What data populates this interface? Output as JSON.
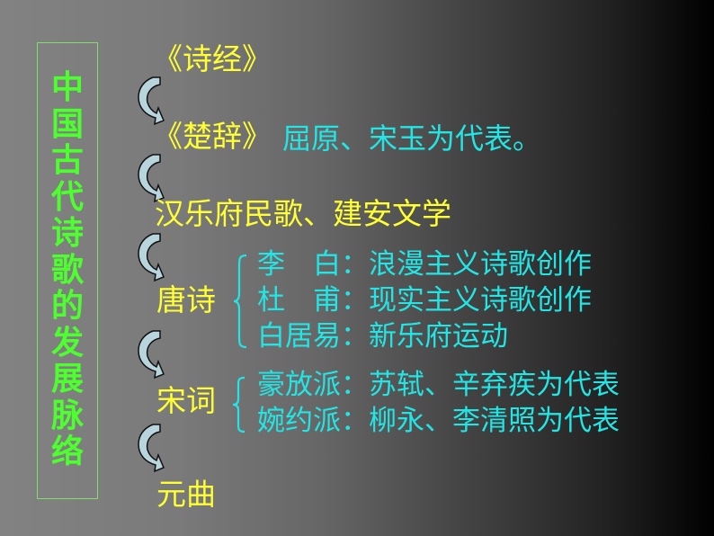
{
  "title": {
    "text": "中国古代诗歌的发展脉络",
    "chars": [
      "中",
      "国",
      "古",
      "代",
      "诗",
      "歌",
      "的",
      "发",
      "展",
      "脉",
      "络"
    ],
    "color": "#4dff2e"
  },
  "stages": [
    {
      "label": "《诗经》"
    },
    {
      "label": "《楚辞》",
      "note": "屈原、宋玉为代表。"
    },
    {
      "label": "汉乐府民歌、建安文学"
    },
    {
      "label": "唐诗",
      "details": [
        "李　白：浪漫主义诗歌创作",
        "杜　甫：现实主义诗歌创作",
        "白居易：新乐府运动"
      ]
    },
    {
      "label": "宋词",
      "details": [
        "豪放派：苏轼、辛弃疾为代表",
        "婉约派：柳永、李清照为代表"
      ]
    },
    {
      "label": "元曲"
    }
  ],
  "icons": {
    "arrow": "curved-down-arrow-icon"
  },
  "colors": {
    "stage": "#ffff33",
    "detail": "#22e6e6",
    "arrow_fill": "#b8d4dc",
    "bg_left": "#828282",
    "bg_right": "#000000"
  }
}
